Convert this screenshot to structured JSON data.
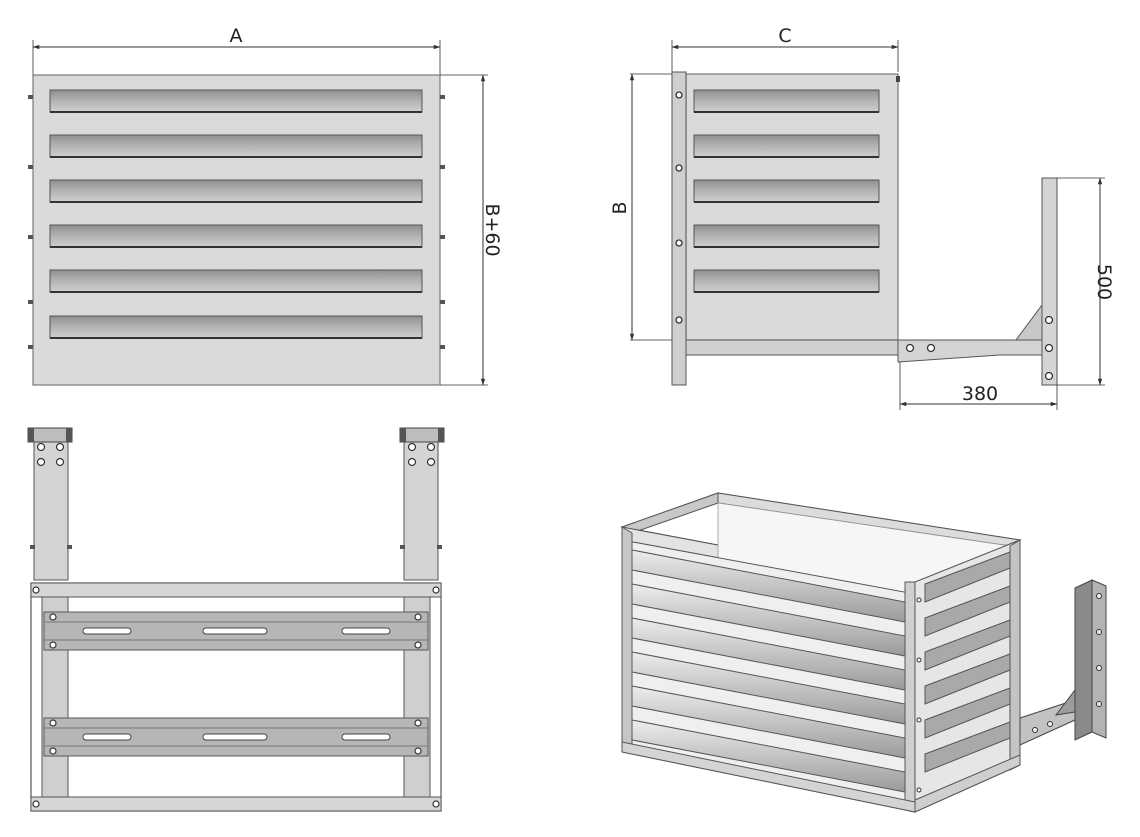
{
  "views": {
    "front": {
      "dim_width": "A",
      "dim_height": "B+60"
    },
    "side": {
      "dim_width": "C",
      "dim_height": "B",
      "bracket_height": "500",
      "bracket_depth": "380"
    },
    "top": {},
    "isometric": {}
  },
  "colors": {
    "panel": "#d9d9d9",
    "panel_edge": "#7a7a7a",
    "slat_fill": "#a7a7a7",
    "slat_shadow": "#6b6b6b",
    "dim_line": "#333333",
    "rail": "#b2b2b2"
  }
}
